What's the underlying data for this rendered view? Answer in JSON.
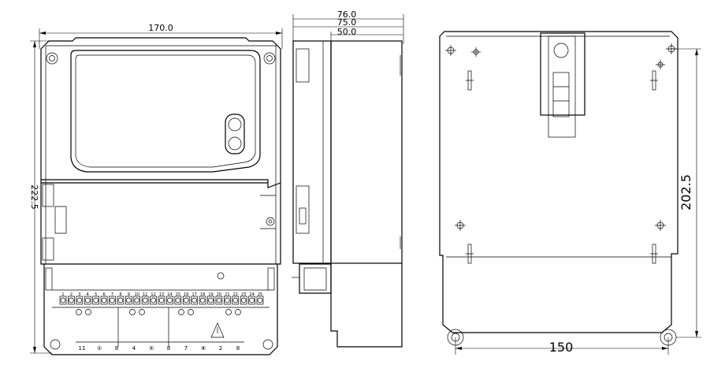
{
  "front_view": {
    "width_dim": "170.0",
    "height_dim": "222.5",
    "terminal_numbers": [
      "1",
      "2",
      "3",
      "4",
      "5",
      "6",
      "7",
      "8",
      "9",
      "10",
      "11",
      "12",
      "13",
      "14",
      "15",
      "16",
      "17",
      "18",
      "19",
      "20",
      "21",
      "22",
      "23",
      "24",
      "25"
    ],
    "bottom_labels": [
      "11",
      "②",
      "8",
      "4",
      "⑤",
      "8",
      "7",
      "⑧",
      "2",
      "8"
    ]
  },
  "side_view": {
    "depth_dim_1": "76.0",
    "depth_dim_2": "75.0",
    "depth_dim_3": "50.0"
  },
  "rear_view": {
    "hole_spacing_h": "150",
    "hole_spacing_v": "202.5"
  }
}
